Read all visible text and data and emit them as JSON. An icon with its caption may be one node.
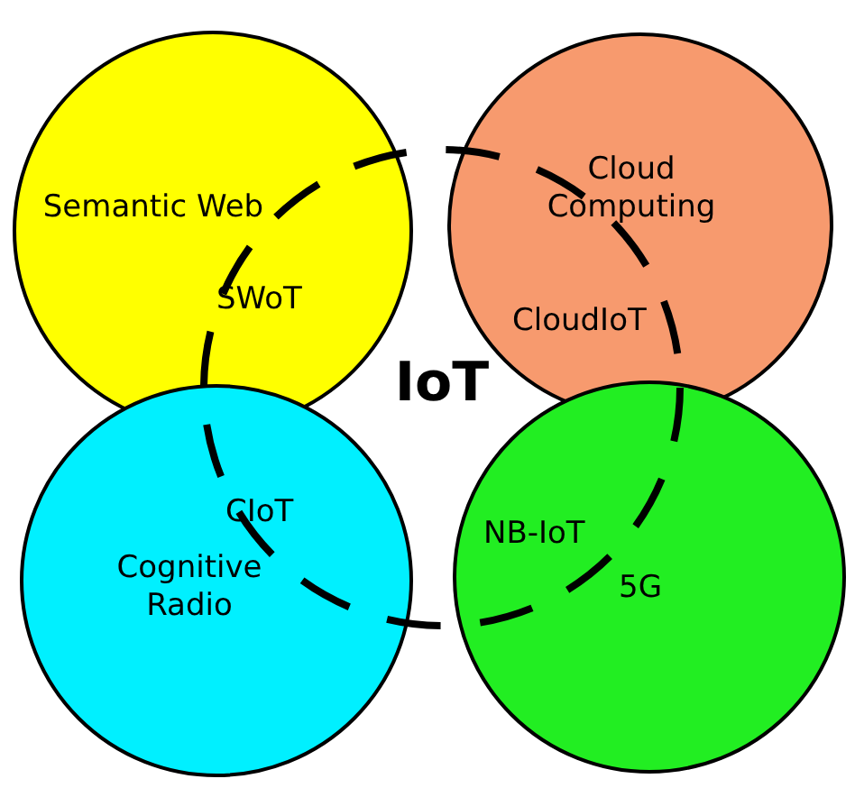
{
  "diagram": {
    "nodes": [
      {
        "text": [
          "Semantic Web"
        ]
      },
      {
        "text": [
          "Cloud Computing"
        ]
      },
      {
        "text": [
          "IoT"
        ]
      },
      {
        "text": [
          "Cognitive Radio"
        ]
      },
      {
        "text": [
          "5G"
        ]
      }
    ],
    "labels": [
      "SWoT",
      "CloudIoT",
      "CIoT",
      "NB-IoT"
    ]
  }
}
